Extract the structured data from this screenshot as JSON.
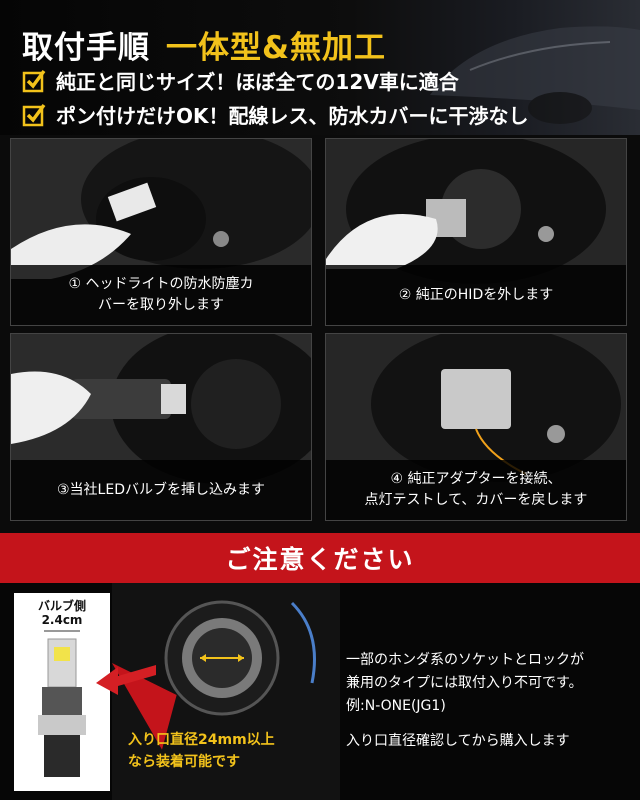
{
  "header": {
    "title": "取付手順",
    "title_accent": "一体型&無加工",
    "features": [
      "純正と同じサイズ！ほぼ全ての12V車に適合",
      "ポン付けだけOK！配線レス、防水カバーに干渉なし"
    ]
  },
  "steps": [
    {
      "lines": [
        "① ヘッドライトの防水防塵カ",
        "バーを取り外します"
      ]
    },
    {
      "lines": [
        "② 純正のHIDを外します"
      ]
    },
    {
      "lines": [
        "③当社LEDバルブを挿し込みます"
      ]
    },
    {
      "lines": [
        "④ 純正アダプターを接続、",
        "点灯テストして、カバーを戻します"
      ]
    }
  ],
  "notice": {
    "title": "ご注意ください"
  },
  "bulb": {
    "side_label": "バルブ側",
    "size_label": "2.4cm"
  },
  "socket": {
    "caption_lines": [
      "入り口直径24mm以上",
      "なら装着可能です"
    ]
  },
  "notes": [
    "一部のホンダ系のソケットとロックが",
    "兼用のタイプには取付入り不可です。",
    "例:N-ONE(JG1)",
    "入り口直径確認してから購入します"
  ],
  "colors": {
    "accent_yellow": "#f2c21b",
    "notice_red": "#c4141b",
    "background": "#0b0b0b"
  }
}
